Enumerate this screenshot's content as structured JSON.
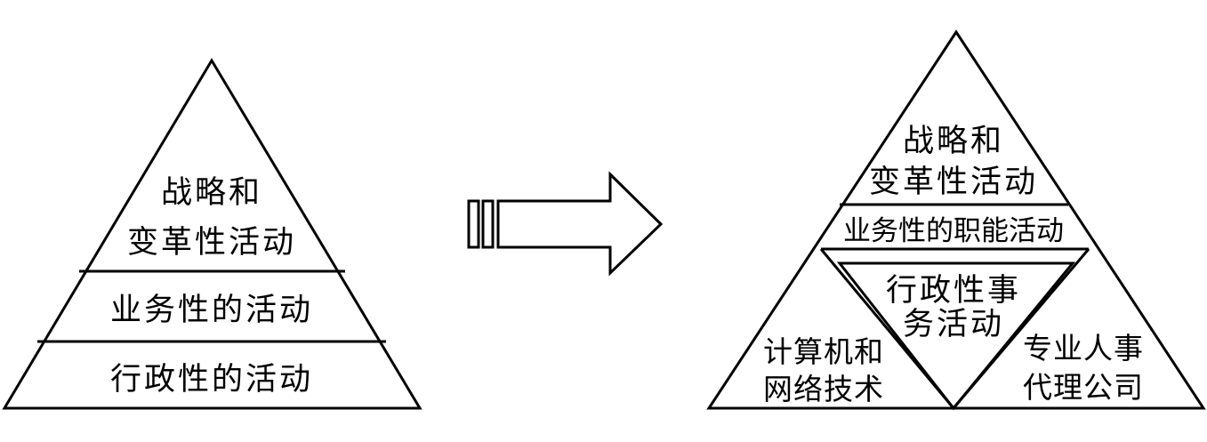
{
  "left_pyramid": {
    "top_line1": "战略和",
    "top_line2": "变革性活动",
    "middle": "业务性的活动",
    "bottom": "行政性的活动"
  },
  "right_pyramid": {
    "top_line1": "战略和",
    "top_line2": "变革性活动",
    "band": "业务性的职能活动",
    "center_line1": "行政性事",
    "center_line2": "务活动",
    "left_line1": "计算机和",
    "left_line2": "网络技术",
    "right_line1": "专业人事",
    "right_line2": "代理公司"
  }
}
